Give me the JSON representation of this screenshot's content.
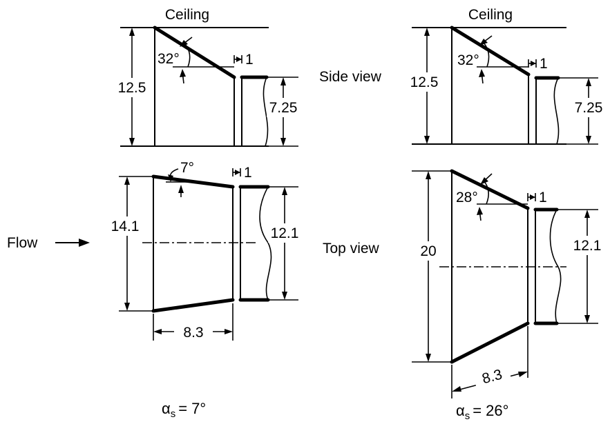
{
  "labels": {
    "ceiling": "Ceiling",
    "side_view": "Side view",
    "top_view": "Top view",
    "flow": "Flow"
  },
  "left": {
    "side": {
      "height": "12.5",
      "angle": "32°",
      "gap": "1",
      "exit_height": "7.25"
    },
    "top": {
      "height": "14.1",
      "angle": "7°",
      "gap": "1",
      "exit_height": "12.1",
      "length": "8.3"
    },
    "caption": {
      "symbol": "α",
      "subscript": "s",
      "value": "= 7°"
    }
  },
  "right": {
    "side": {
      "height": "12.5",
      "angle": "32°",
      "gap": "1",
      "exit_height": "7.25"
    },
    "top": {
      "height": "20",
      "angle": "28°",
      "gap": "1",
      "exit_height": "12.1",
      "length": "8.3"
    },
    "caption": {
      "symbol": "α",
      "subscript": "s",
      "value": "= 26°"
    }
  }
}
